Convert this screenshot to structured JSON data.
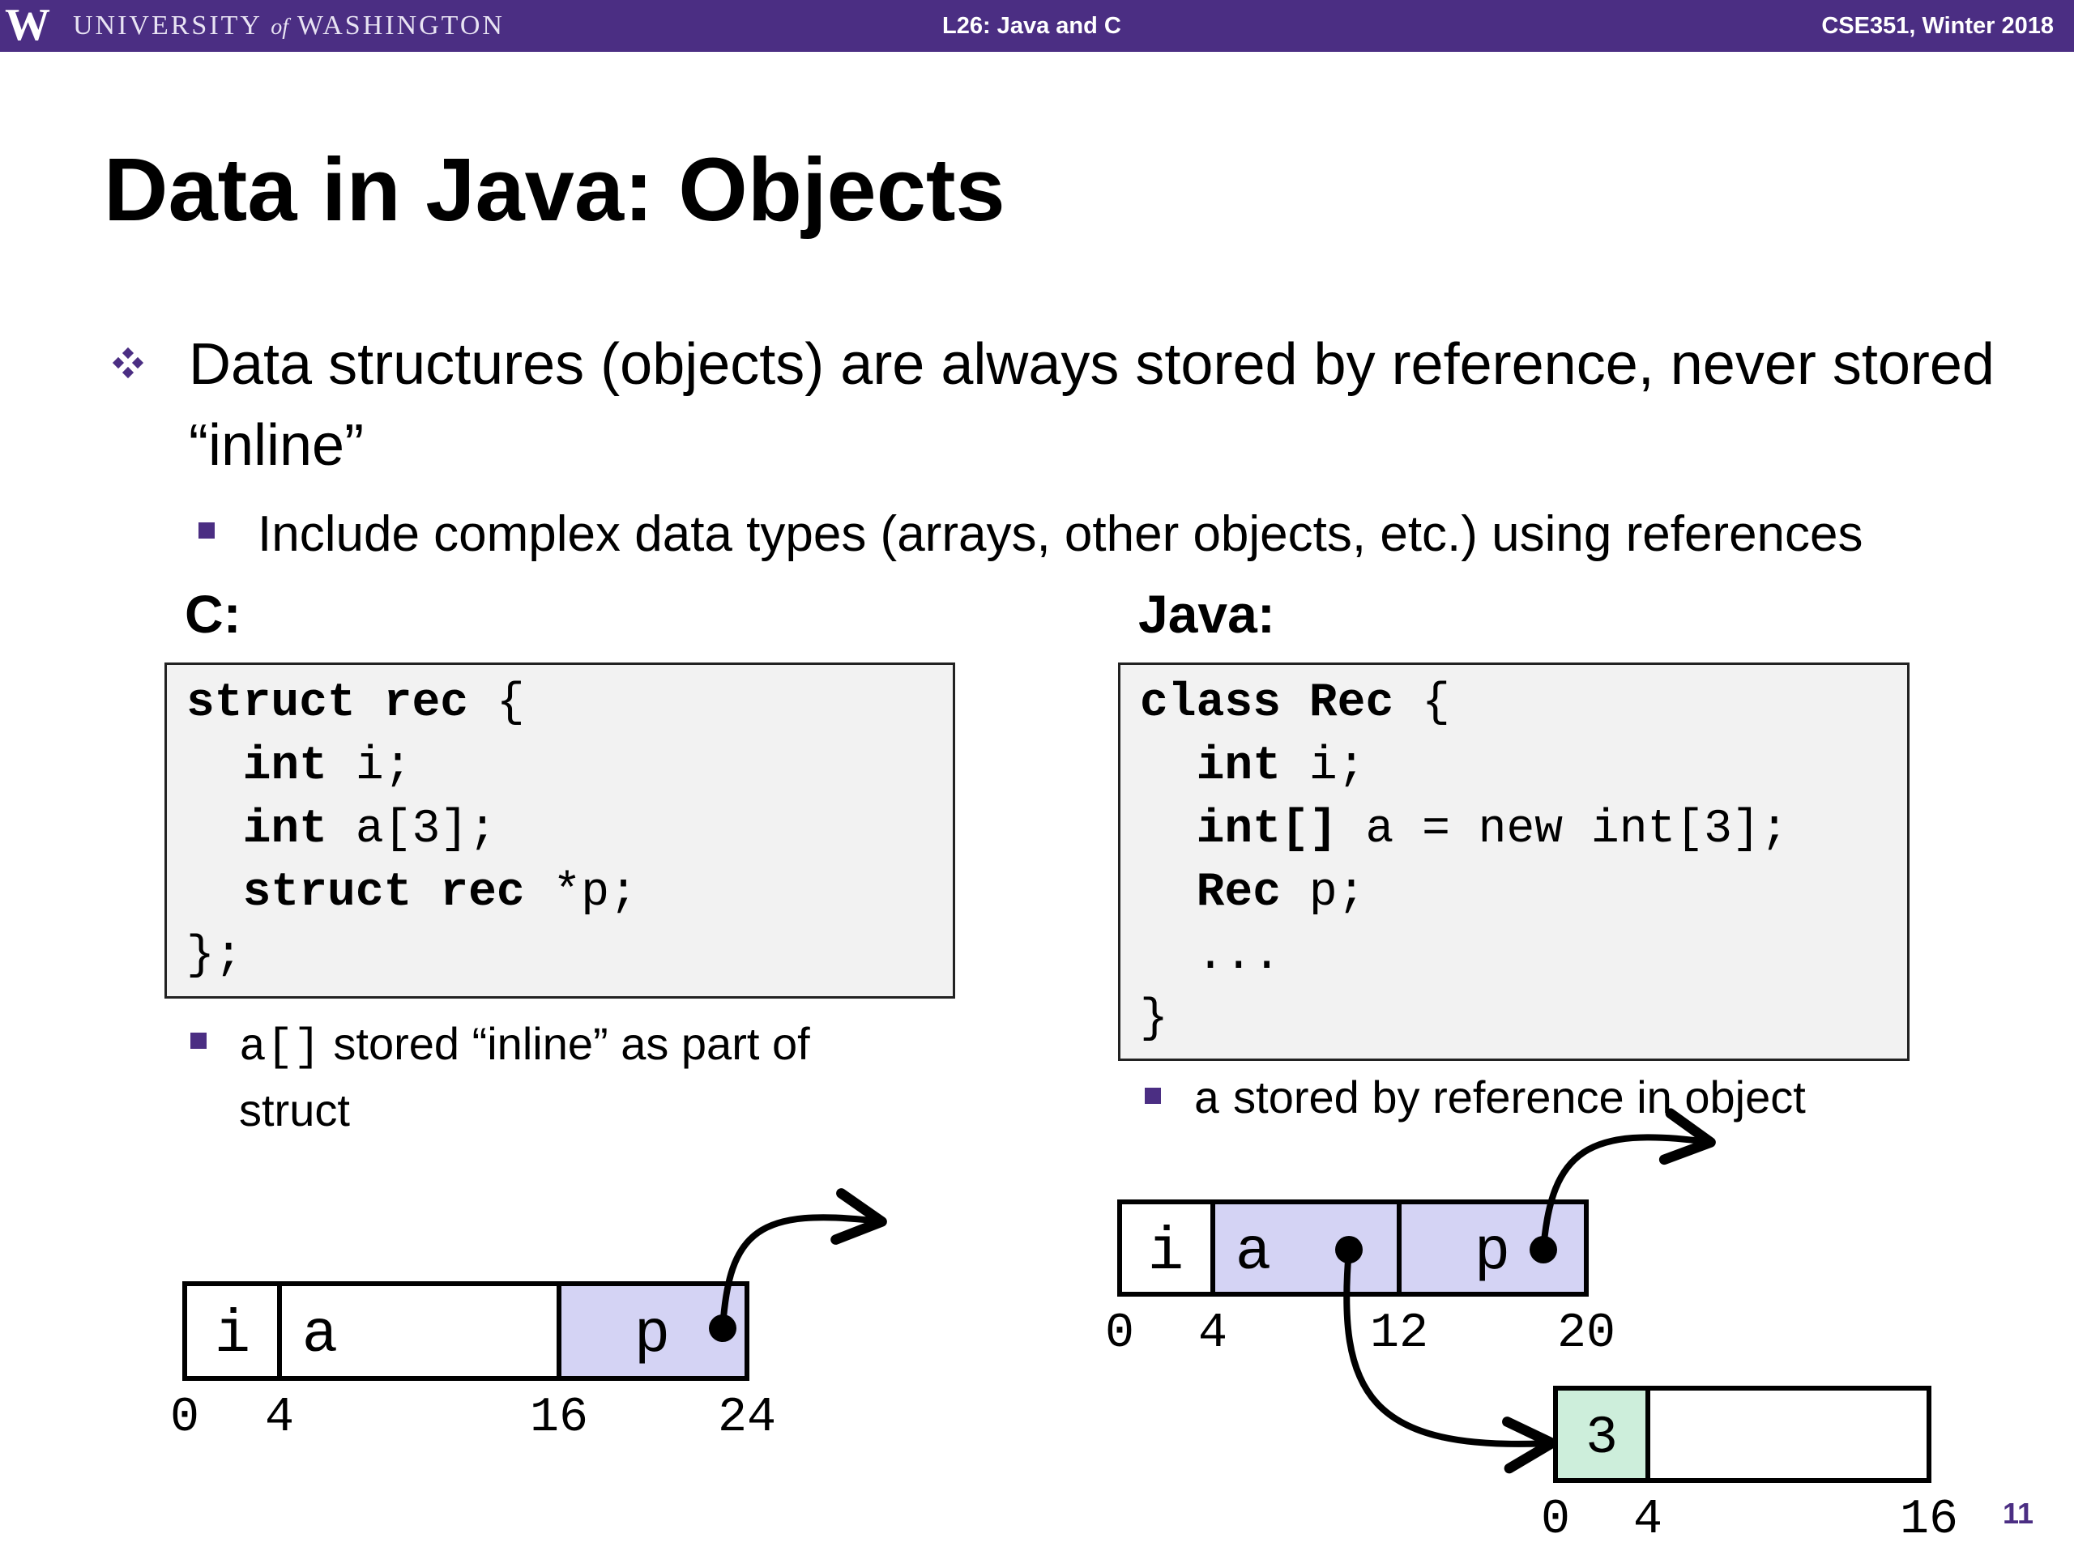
{
  "header": {
    "logo_letter": "W",
    "university_left": "UNIVERSITY",
    "university_of": "of",
    "university_right": "WASHINGTON",
    "lecture": "L26: Java and C",
    "course": "CSE351, Winter 2018",
    "color": "#4b2e83"
  },
  "slide": {
    "title": "Data in Java:  Objects",
    "bullet1": "Data structures (objects) are always stored by reference, never stored “inline”",
    "bullet2": "Include complex data types (arrays, other objects, etc.) using references",
    "page_number": "11"
  },
  "c_section": {
    "label": "C:",
    "code": {
      "l1_kw": "struct rec",
      "l1_rest": " {",
      "l2_kw": "int",
      "l2_rest": " i;",
      "l3_kw": "int",
      "l3_rest": " a[3];",
      "l4_kw": "struct rec",
      "l4_rest": " *p;",
      "l5": "};"
    },
    "note_code": "a[]",
    "note_text": " stored “inline” as part of struct",
    "layout": {
      "cells": [
        "i",
        "a",
        "p"
      ],
      "offsets": [
        "0",
        "4",
        "16",
        "24"
      ]
    }
  },
  "java_section": {
    "label": "Java:",
    "code": {
      "l1_kw": "class Rec",
      "l1_rest": " {",
      "l2_kw": "int",
      "l2_rest": " i;",
      "l3_kw": "int[]",
      "l3_rest": " a = new int[3];",
      "l4_kw": "Rec",
      "l4_rest": " p;",
      "l5": "...",
      "l6": "}"
    },
    "note_code": "a",
    "note_text": " stored by reference in object",
    "layout": {
      "cells": [
        "i",
        "a",
        "p"
      ],
      "offsets": [
        "0",
        "4",
        "12",
        "20"
      ]
    },
    "array": {
      "cells": [
        "3"
      ],
      "offsets": [
        "0",
        "4",
        "16"
      ]
    }
  },
  "colors": {
    "purple": "#4b2e83",
    "pointer_cell": "#d4d3f4",
    "array_header": "#cdeedb",
    "code_bg": "#f2f2f2"
  }
}
